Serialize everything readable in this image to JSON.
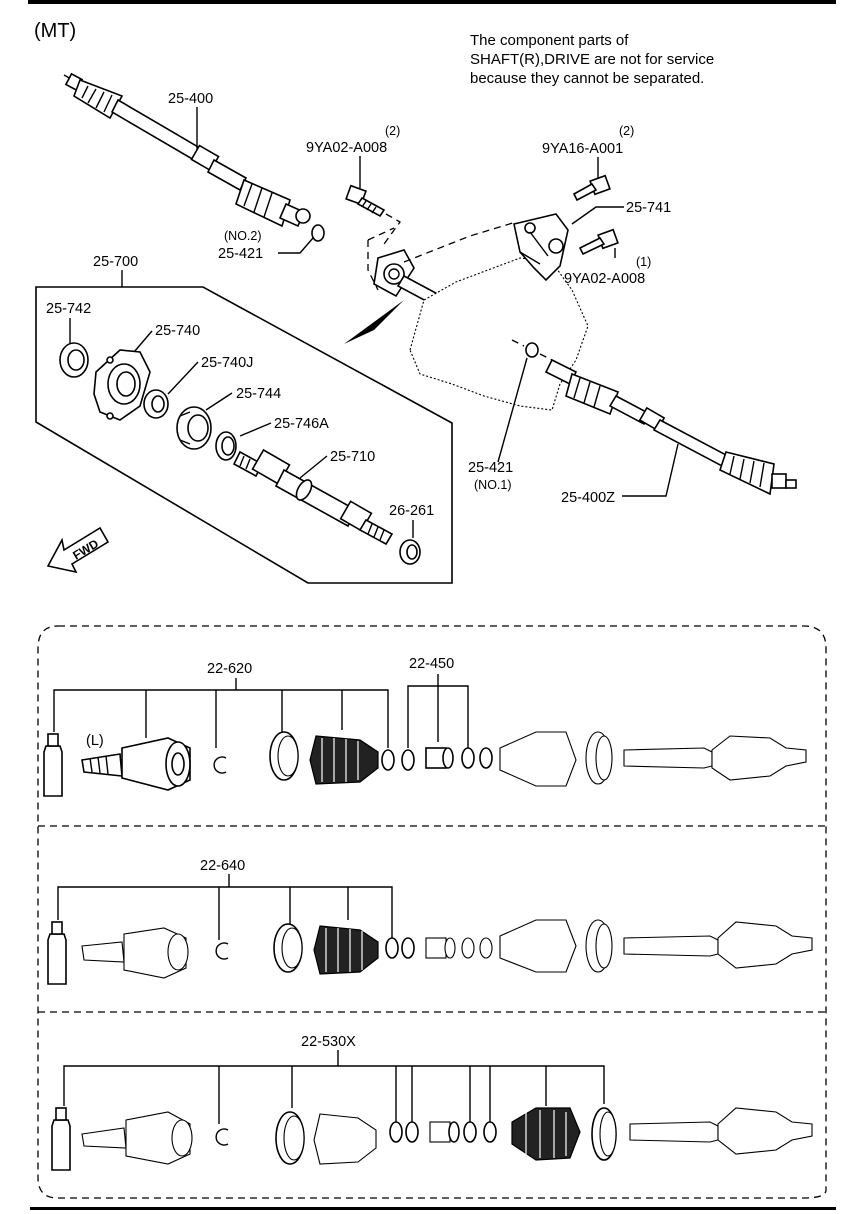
{
  "header": {
    "variant": "(MT)"
  },
  "note": {
    "line1": "The component parts of",
    "line2": "SHAFT(R),DRIVE are not for service",
    "line3": "because they cannot be separated."
  },
  "callouts": {
    "p25_400": "25-400",
    "p25_400z": "25-400Z",
    "p9ya02_top_qty": "(2)",
    "p9ya02_top": "9YA02-A008",
    "p9ya16_qty": "(2)",
    "p9ya16": "9YA16-A001",
    "p25_741": "25-741",
    "p9ya02_right_qty": "(1)",
    "p9ya02_right": "9YA02-A008",
    "p25_421_no2_tag": "(NO.2)",
    "p25_421_a": "25-421",
    "p25_421_b": "25-421",
    "p25_421_no1_tag": "(NO.1)",
    "p25_700": "25-700",
    "p25_742": "25-742",
    "p25_740": "25-740",
    "p25_740j": "25-740J",
    "p25_744": "25-744",
    "p25_746a": "25-746A",
    "p25_710": "25-710",
    "p26_261": "26-261",
    "fwd": "FWD"
  },
  "kits": {
    "row1_main": "22-620",
    "row1_side": "22-450",
    "row1_side_tag": "(L)",
    "row2_main": "22-640",
    "row3_main": "22-530X"
  },
  "colors": {
    "ink": "#000000",
    "paper": "#ffffff"
  }
}
